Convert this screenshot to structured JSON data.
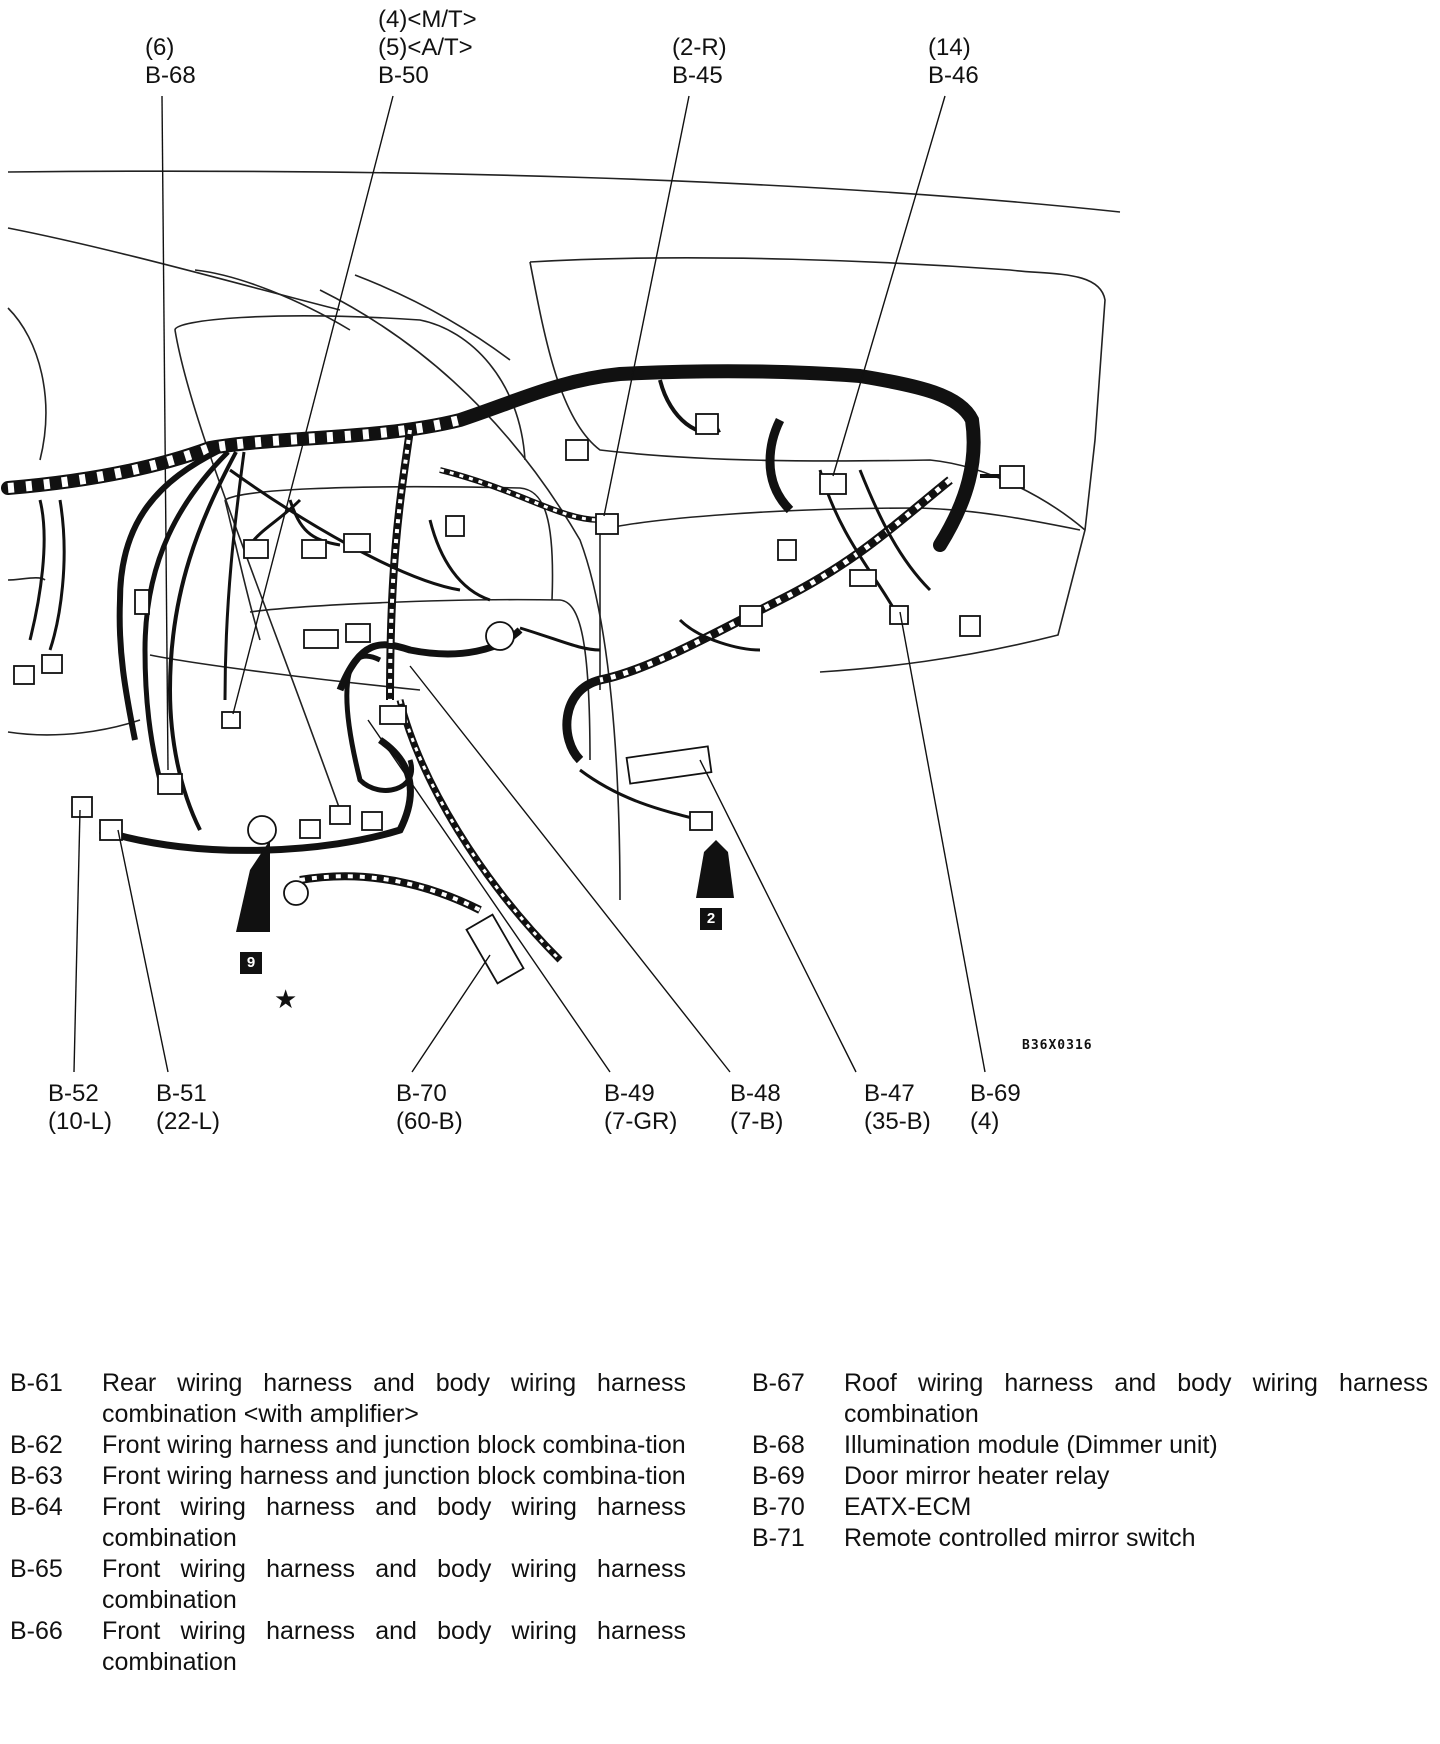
{
  "top_labels": [
    {
      "id": "b68",
      "lines": [
        "(6)",
        "B-68"
      ]
    },
    {
      "id": "b50",
      "lines": [
        "(4)<M/T>",
        "(5)<A/T>",
        "B-50"
      ]
    },
    {
      "id": "b45",
      "lines": [
        "(2-R)",
        "B-45"
      ]
    },
    {
      "id": "b46",
      "lines": [
        "(14)",
        "B-46"
      ]
    }
  ],
  "bottom_labels": [
    {
      "id": "b52",
      "lines": [
        "B-52",
        "(10-L)"
      ]
    },
    {
      "id": "b51",
      "lines": [
        "B-51",
        "(22-L)"
      ]
    },
    {
      "id": "b70",
      "lines": [
        "B-70",
        "(60-B)"
      ]
    },
    {
      "id": "b49",
      "lines": [
        "B-49",
        "(7-GR)"
      ]
    },
    {
      "id": "b48",
      "lines": [
        "B-48",
        "(7-B)"
      ]
    },
    {
      "id": "b47",
      "lines": [
        "B-47",
        "(35-B)"
      ]
    },
    {
      "id": "b69",
      "lines": [
        "B-69",
        "(4)"
      ]
    }
  ],
  "figure_code": "B36X0316",
  "markers": {
    "ground_9": "9",
    "ground_2": "2",
    "star": "★"
  },
  "legend_left": [
    {
      "code": "B-61",
      "text": "Rear wiring harness and body wiring harness combination <with amplifier>"
    },
    {
      "code": "B-62",
      "text": "Front wiring harness and junction block combina-tion"
    },
    {
      "code": "B-63",
      "text": "Front wiring harness and junction block combina-tion"
    },
    {
      "code": "B-64",
      "text": "Front wiring harness and body wiring harness combination"
    },
    {
      "code": "B-65",
      "text": "Front wiring harness and body wiring harness combination"
    },
    {
      "code": "B-66",
      "text": "Front wiring harness and body wiring harness combination"
    }
  ],
  "legend_right": [
    {
      "code": "B-67",
      "text": "Roof wiring harness and body wiring harness combination"
    },
    {
      "code": "B-68",
      "text": "Illumination module (Dimmer unit)"
    },
    {
      "code": "B-69",
      "text": "Door mirror heater relay"
    },
    {
      "code": "B-70",
      "text": "EATX-ECM"
    },
    {
      "code": "B-71",
      "text": "Remote controlled mirror switch"
    }
  ]
}
